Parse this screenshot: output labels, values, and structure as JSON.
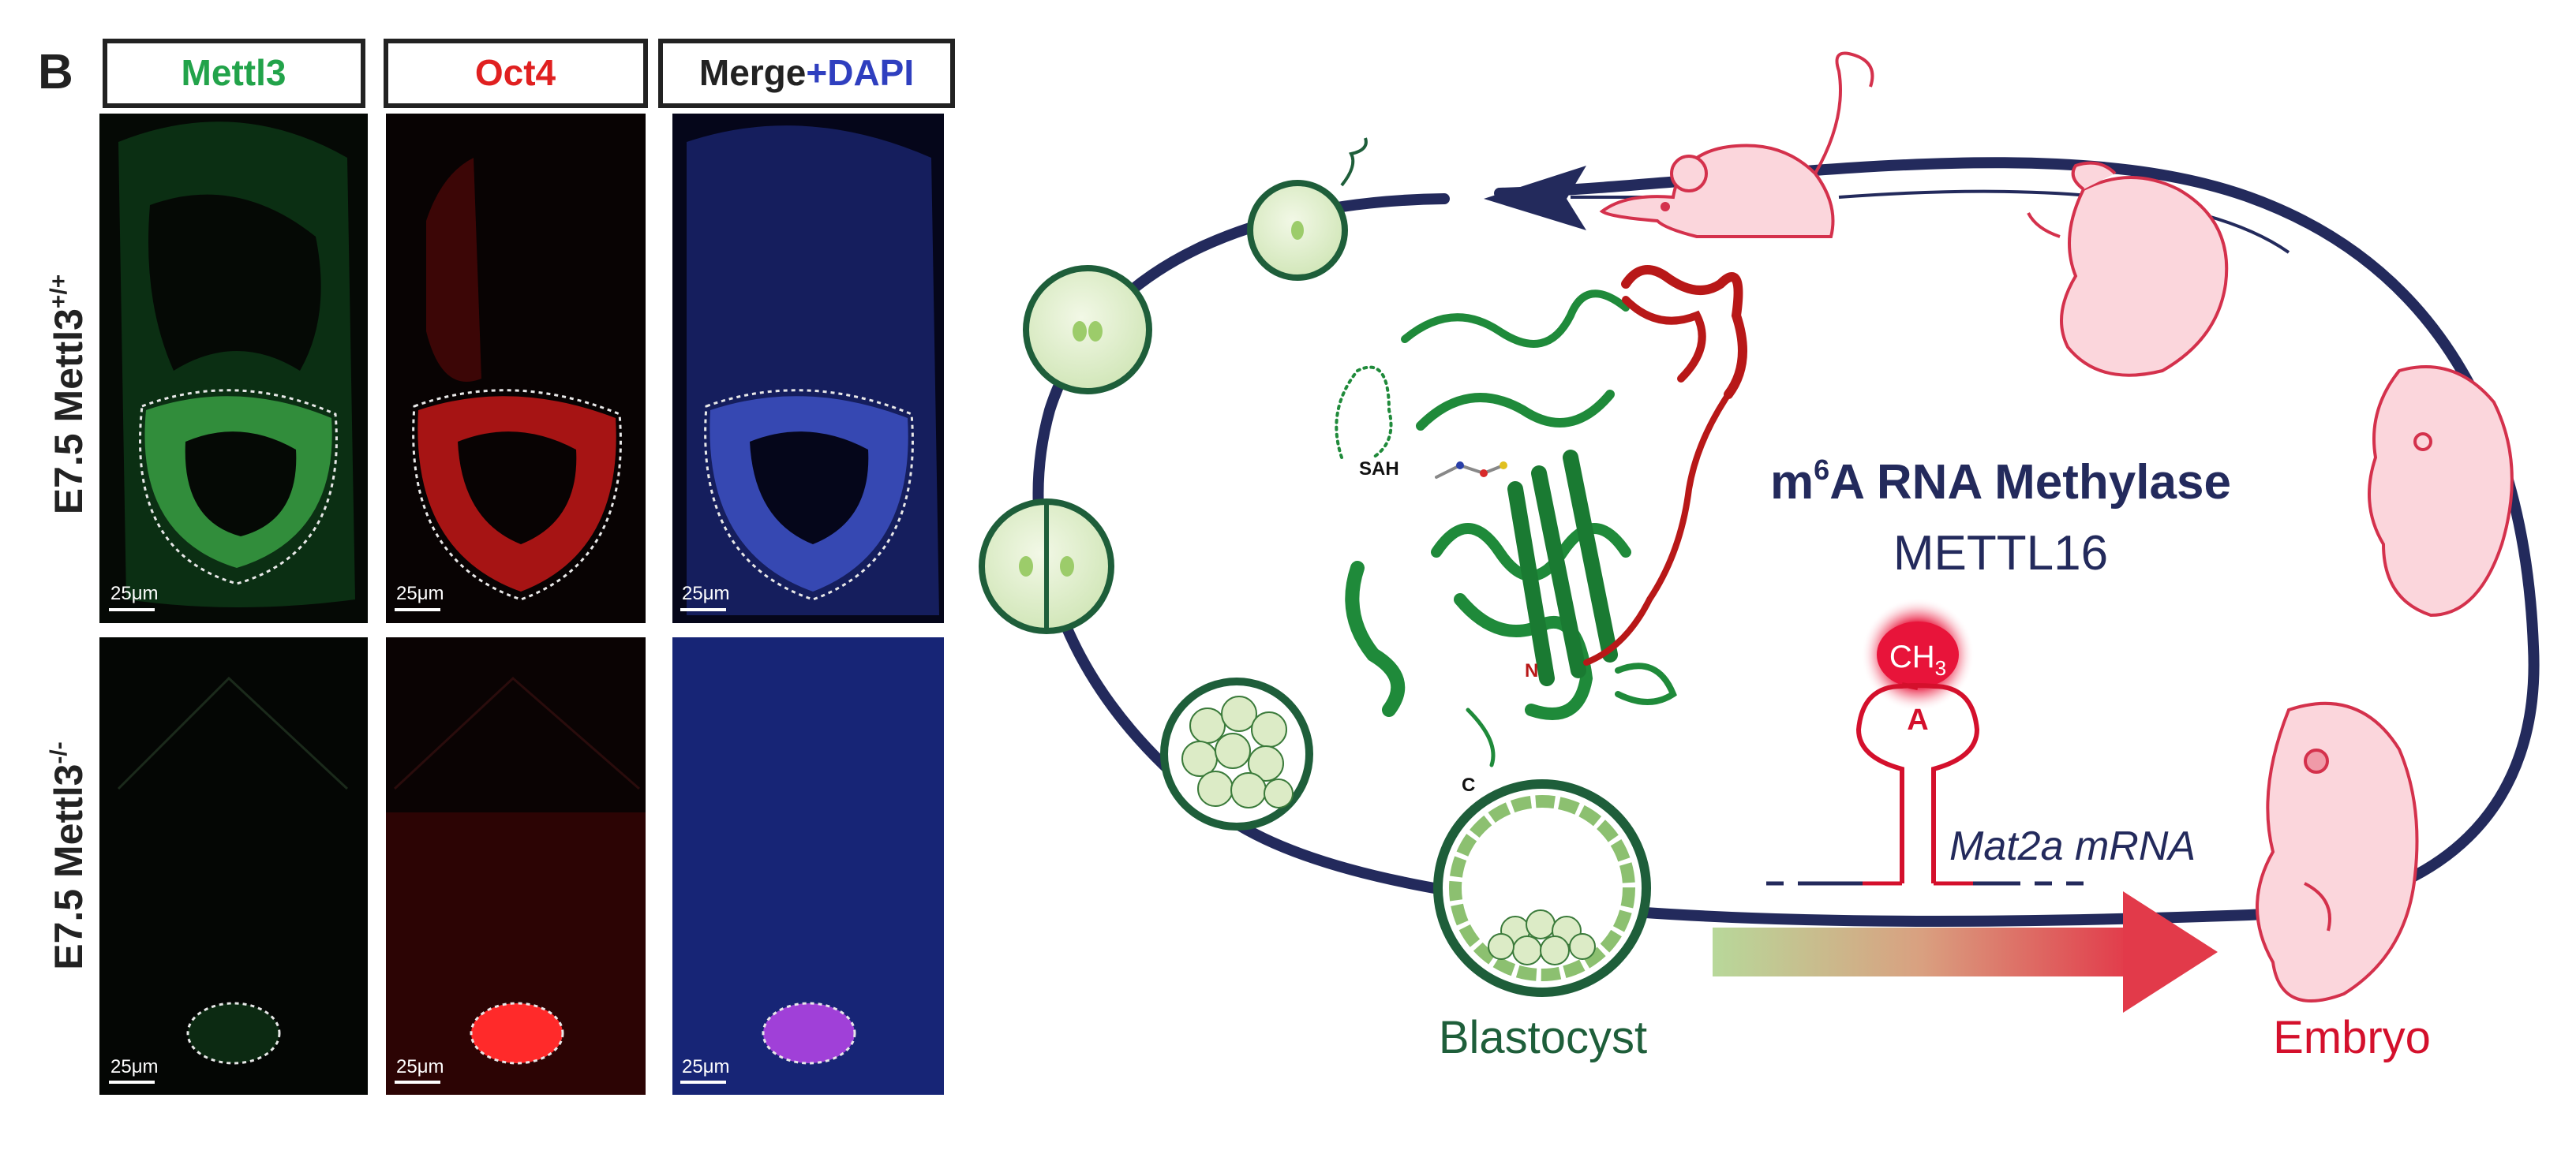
{
  "panel_label": "B",
  "columns": [
    {
      "label": "Mettl3",
      "color": "#22a34a"
    },
    {
      "label": "Oct4",
      "color": "#e02020"
    },
    {
      "label": "Merge",
      "label2": "+DAPI",
      "color": "#222222",
      "color2": "#2f3fbf"
    }
  ],
  "rows": [
    {
      "label": "E7.5 Mettl3",
      "sup": "+/+"
    },
    {
      "label": "E7.5 Mettl3",
      "sup": "-/-"
    }
  ],
  "scale_bar": "25μm",
  "diagram": {
    "title_m": "m",
    "title_sup": "6",
    "title_rest": "A RNA Methylase",
    "subtitle": "METTL16",
    "methyl_group": "CH",
    "methyl_sub": "3",
    "adenosine": "A",
    "mrna_label": "Mat2a mRNA",
    "blastocyst_label": "Blastocyst",
    "embryo_label": "Embryo",
    "sah_label": "SAH",
    "n_label": "N",
    "c_label": "C"
  },
  "colors": {
    "navy": "#232a5c",
    "dark_green": "#1e5e3a",
    "protein_green": "#1f8a3a",
    "protein_red": "#b81818",
    "pink_fill": "#fbd6dc",
    "pink_line": "#d4314c",
    "embryo_red": "#d4102c"
  }
}
